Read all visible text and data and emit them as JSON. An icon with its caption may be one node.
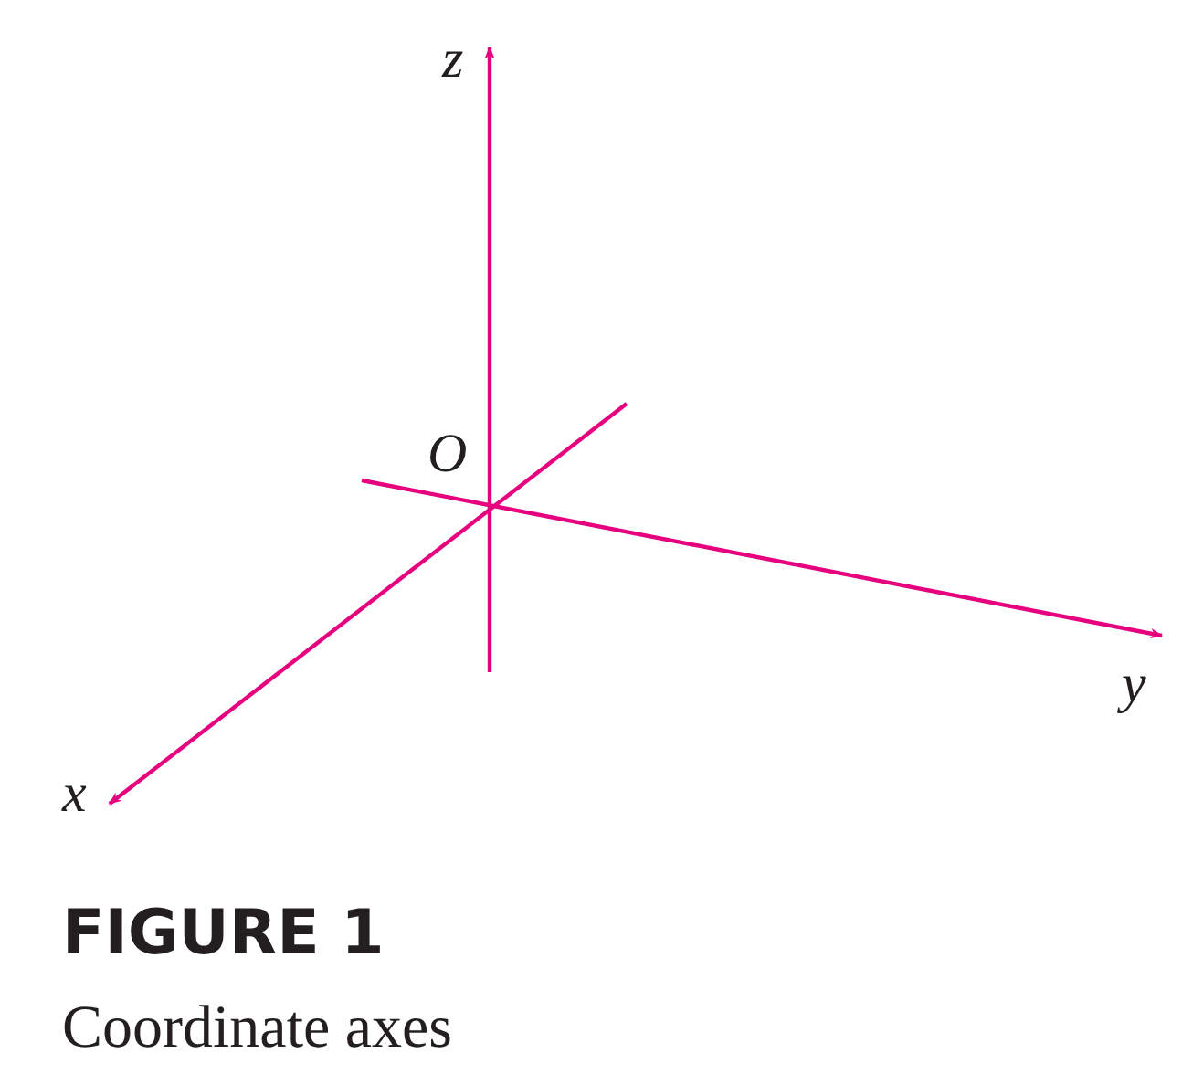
{
  "diagram": {
    "title": "FIGURE 1",
    "caption": "Coordinate axes",
    "labels": [
      "z",
      "O",
      "y",
      "x"
    ]
  }
}
